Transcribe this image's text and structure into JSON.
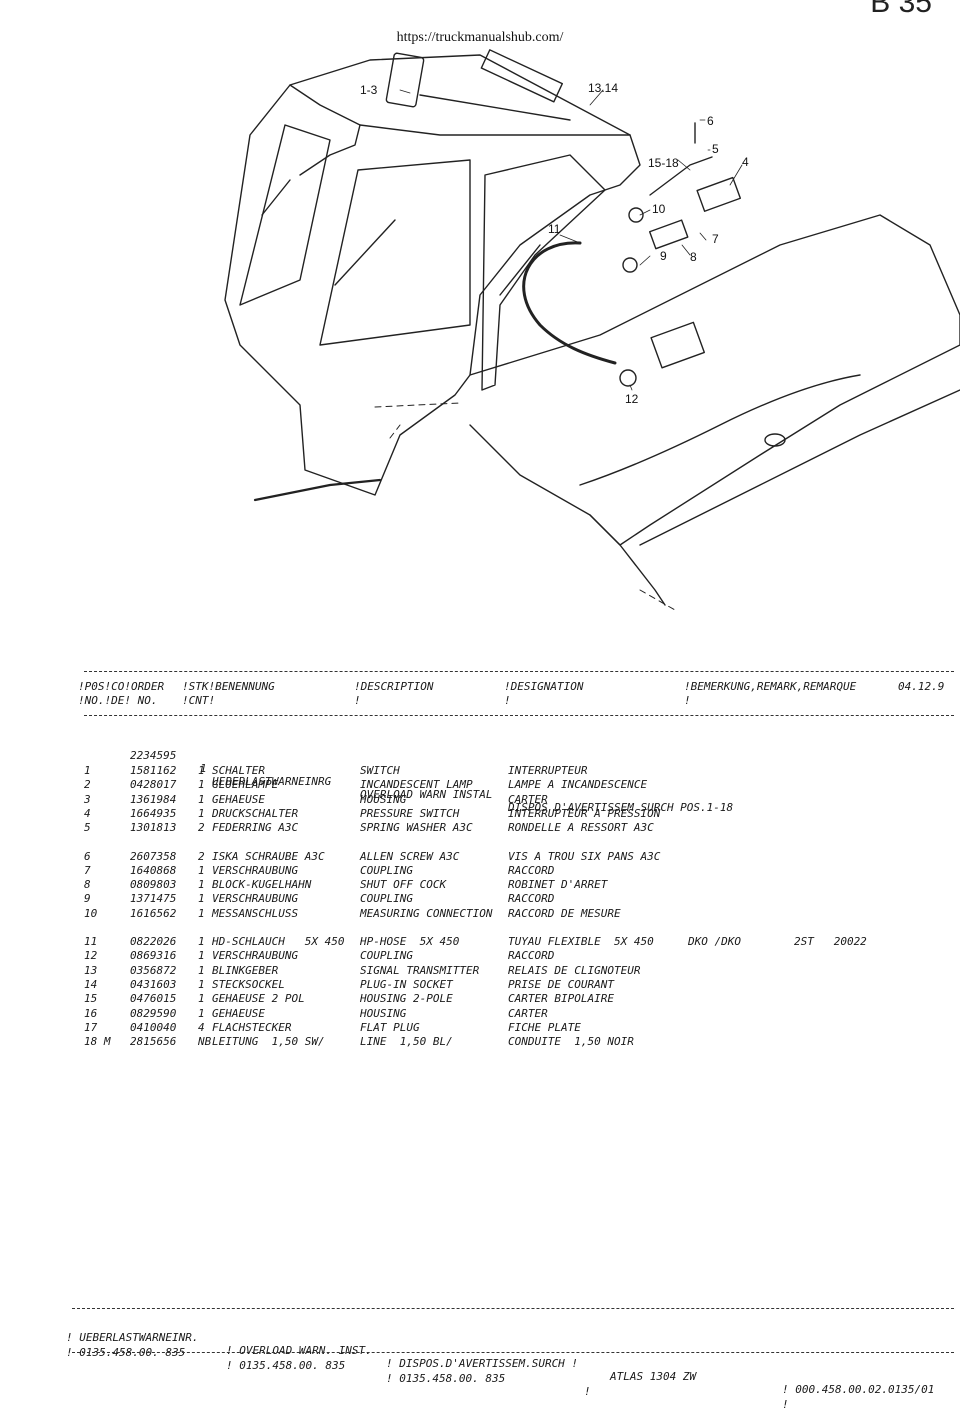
{
  "page_code": "B 35",
  "url": "https://truckmanualshub.com/",
  "callouts": [
    "1-3",
    "13.14",
    "6",
    "5",
    "4",
    "15-18",
    "10",
    "7",
    "11",
    "9",
    "8",
    "12"
  ],
  "header": {
    "c1a": "!P0S!CO!ORDER",
    "c1b": "!NO.!DE! NO.",
    "c2a": "!STK!BENENNUNG",
    "c2b": "!CNT!",
    "c3": "!DESCRIPTION",
    "c3b": "!",
    "c4": "!DESIGNATION",
    "c4b": "!",
    "c5": "!BEMERKUNG,REMARK,REMARQUE",
    "c5b": "!",
    "date": "04.12.9"
  },
  "assembly": {
    "order": "2234595",
    "qty": "1",
    "de": "UEBERLASTWARNEINRG",
    "en": "OVERLOAD WARN INSTAL",
    "fr": "DISPOS D'AVERTISSEM SURCH POS.1-18"
  },
  "rows": [
    {
      "pos": "1",
      "order": "1581162",
      "qty": "1",
      "de": "SCHALTER",
      "en": "SWITCH",
      "fr": "INTERRUPTEUR",
      "rem": ""
    },
    {
      "pos": "2",
      "order": "0428017",
      "qty": "1",
      "de": "GLUEHLAMPE",
      "en": "INCANDESCENT LAMP",
      "fr": "LAMPE A INCANDESCENCE",
      "rem": ""
    },
    {
      "pos": "3",
      "order": "1361984",
      "qty": "1",
      "de": "GEHAEUSE",
      "en": "HOUSING",
      "fr": "CARTER",
      "rem": ""
    },
    {
      "pos": "4",
      "order": "1664935",
      "qty": "1",
      "de": "DRUCKSCHALTER",
      "en": "PRESSURE SWITCH",
      "fr": "INTERRUPTEUR A PRESSION",
      "rem": ""
    },
    {
      "pos": "5",
      "order": "1301813",
      "qty": "2",
      "de": "FEDERRING A3C",
      "en": "SPRING WASHER A3C",
      "fr": "RONDELLE A RESSORT A3C",
      "rem": ""
    },
    {
      "pos": "6",
      "order": "2607358",
      "qty": "2",
      "de": "ISKA SCHRAUBE A3C",
      "en": "ALLEN SCREW A3C",
      "fr": "VIS A TROU SIX PANS A3C",
      "rem": ""
    },
    {
      "pos": "7",
      "order": "1640868",
      "qty": "1",
      "de": "VERSCHRAUBUNG",
      "en": "COUPLING",
      "fr": "RACCORD",
      "rem": ""
    },
    {
      "pos": "8",
      "order": "0809803",
      "qty": "1",
      "de": "BLOCK-KUGELHAHN",
      "en": "SHUT OFF COCK",
      "fr": "ROBINET D'ARRET",
      "rem": ""
    },
    {
      "pos": "9",
      "order": "1371475",
      "qty": "1",
      "de": "VERSCHRAUBUNG",
      "en": "COUPLING",
      "fr": "RACCORD",
      "rem": ""
    },
    {
      "pos": "10",
      "order": "1616562",
      "qty": "1",
      "de": "MESSANSCHLUSS",
      "en": "MEASURING CONNECTION",
      "fr": "RACCORD DE MESURE",
      "rem": ""
    },
    {
      "pos": "11",
      "order": "0822026",
      "qty": "1",
      "de": "HD-SCHLAUCH   5X 450",
      "en": "HP-HOSE  5X 450",
      "fr": "TUYAU FLEXIBLE  5X 450",
      "rem": "DKO /DKO        2ST   20022"
    },
    {
      "pos": "12",
      "order": "0869316",
      "qty": "1",
      "de": "VERSCHRAUBUNG",
      "en": "COUPLING",
      "fr": "RACCORD",
      "rem": ""
    },
    {
      "pos": "13",
      "order": "0356872",
      "qty": "1",
      "de": "BLINKGEBER",
      "en": "SIGNAL TRANSMITTER",
      "fr": "RELAIS DE CLIGNOTEUR",
      "rem": ""
    },
    {
      "pos": "14",
      "order": "0431603",
      "qty": "1",
      "de": "STECKSOCKEL",
      "en": "PLUG-IN SOCKET",
      "fr": "PRISE DE COURANT",
      "rem": ""
    },
    {
      "pos": "15",
      "order": "0476015",
      "qty": "1",
      "de": "GEHAEUSE 2 POL",
      "en": "HOUSING 2-POLE",
      "fr": "CARTER BIPOLAIRE",
      "rem": ""
    },
    {
      "pos": "16",
      "order": "0829590",
      "qty": "1",
      "de": "GEHAEUSE",
      "en": "HOUSING",
      "fr": "CARTER",
      "rem": ""
    },
    {
      "pos": "17",
      "order": "0410040",
      "qty": "4",
      "de": "FLACHSTECKER",
      "en": "FLAT PLUG",
      "fr": "FICHE PLATE",
      "rem": ""
    },
    {
      "pos": "18 M",
      "order": "2815656",
      "qty": "NB",
      "de": "LEITUNG  1,50 SW/",
      "en": "LINE  1,50 BL/",
      "fr": "CONDUITE  1,50 NOIR",
      "rem": ""
    }
  ],
  "footer": {
    "l1a": "! UEBERLASTWARNEINR.",
    "l1b": "! OVERLOAD WARN. INST.",
    "l1c": "! DISPOS.D'AVERTISSEM.SURCH !",
    "l1d": "ATLAS 1304 ZW",
    "l1e": "! 000.458.00.02.0135/01",
    "l2a": "! 0135.458.00. 835",
    "l2b": "! 0135.458.00. 835",
    "l2c": "! 0135.458.00. 835",
    "l2d": "!",
    "l2e": "!"
  }
}
